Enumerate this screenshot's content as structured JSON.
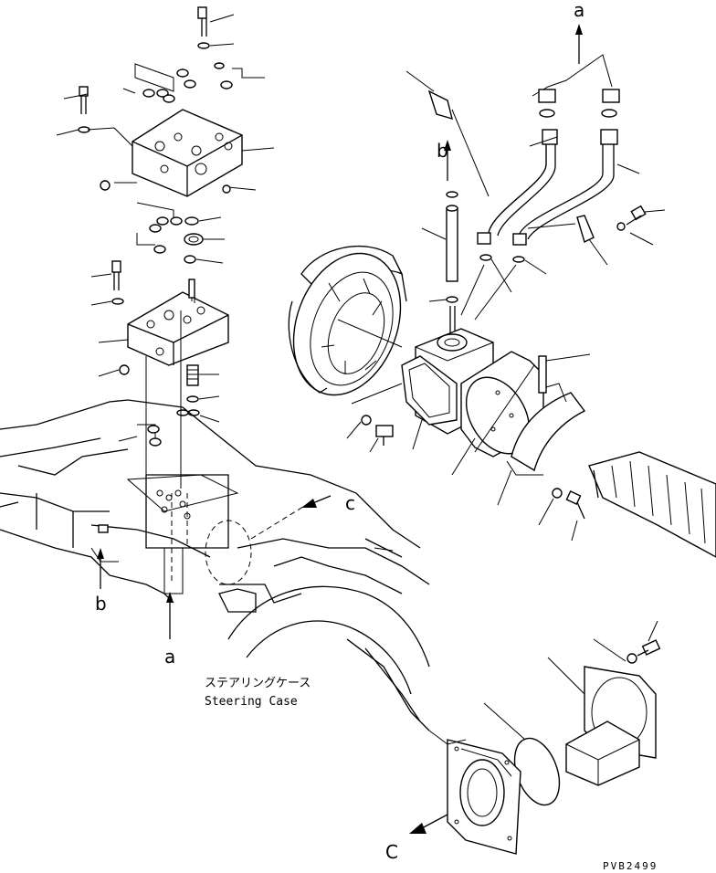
{
  "labels": {
    "a_top": "a",
    "b_top": "b",
    "c_mid": "c",
    "b_bottom": "b",
    "a_bottom": "a",
    "c_bottom": "C"
  },
  "caption": {
    "japanese": "ステアリングケース",
    "english": "Steering Case"
  },
  "drawing_code": "PVB2499"
}
